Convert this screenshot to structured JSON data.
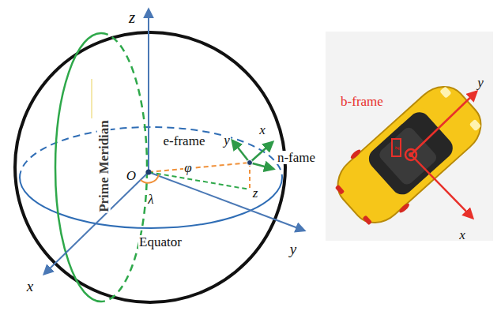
{
  "diagram": {
    "labels": [
      "z",
      "e-frame",
      "O",
      "λ",
      "φ",
      "Prime Meridian",
      "Equator",
      "x",
      "y",
      "x",
      "y",
      "z",
      "n-fame",
      "b-frame",
      "y",
      "z",
      "x"
    ]
  }
}
